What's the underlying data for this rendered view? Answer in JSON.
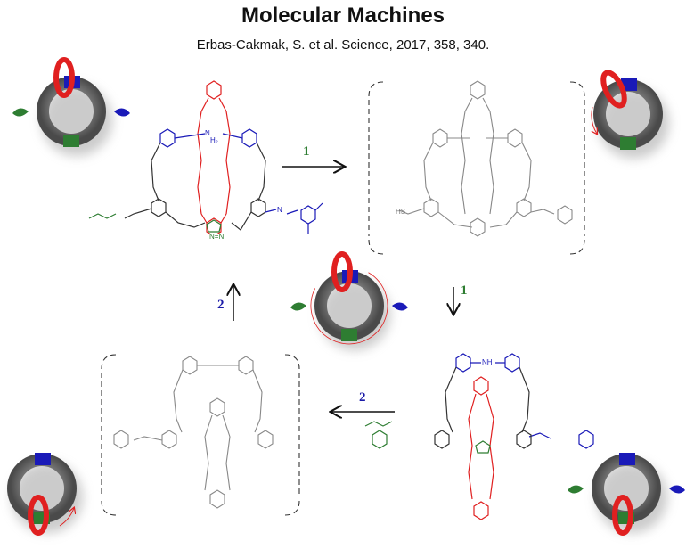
{
  "title": "Molecular Machines",
  "citation": "Erbas-Cakmak, S. et al. Science, 2017, 358, 340.",
  "steps": [
    {
      "label": "1",
      "color": "#2e7d32",
      "direction": "right"
    },
    {
      "label": "1",
      "color": "#2e7d32",
      "direction": "down"
    },
    {
      "label": "2",
      "color": "#1a1aa8",
      "direction": "left"
    },
    {
      "label": "2",
      "color": "#1a1aa8",
      "direction": "up"
    }
  ],
  "colors": {
    "ring": "#e02020",
    "station_blue": "#1a1ab8",
    "station_green": "#2e7d32",
    "track": "#7a7a7a",
    "inactive": "#8a8a8a"
  },
  "molecule_labels": {
    "ammonium": "N",
    "ammonium_h": "H₂",
    "triazolium": "N=N",
    "thiol": "HS",
    "hydrazone": "N",
    "nh": "NH"
  }
}
